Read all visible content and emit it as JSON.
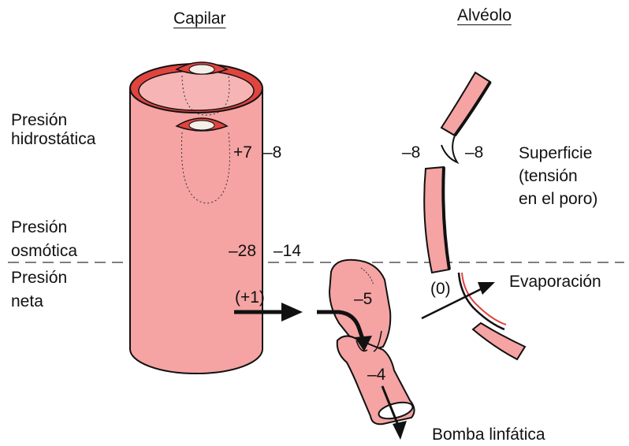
{
  "titles": {
    "capillary": "Capilar",
    "alveolus": "Alvéolo"
  },
  "left_labels": {
    "hydrostatic": [
      "Presión",
      "hidrostática"
    ],
    "osmotic": [
      "Presión",
      "osmótica"
    ],
    "net": [
      "Presión",
      "neta"
    ]
  },
  "right_labels": {
    "surface": [
      "Superficie",
      "(tensión",
      "en el poro)"
    ],
    "evaporation": "Evaporación",
    "lymph_pump": "Bomba linfática"
  },
  "values": {
    "cap_hydrostatic": "+7",
    "interstitial_hydrostatic": "–8",
    "cap_osmotic": "–28",
    "interstitial_osmotic": "–14",
    "net": "(+1)",
    "lymph_upper": "–5",
    "lymph_lower": "–4",
    "alveolar_left": "–8",
    "alveolar_right": "–8",
    "alveolar_zero": "(0)"
  },
  "colors": {
    "tissue_fill": "#f5a3a3",
    "tissue_dark": "#e0443f",
    "outline": "#111111"
  }
}
